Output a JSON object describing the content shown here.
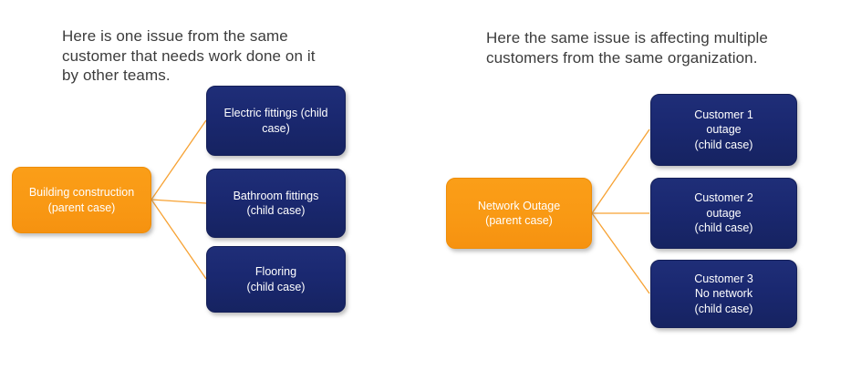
{
  "colors": {
    "background": "#ffffff",
    "parent_box_orange": "#f99914",
    "child_box_navy": "#1a2870",
    "connector_line_orange": "#f7a233",
    "heading_text": "#3c3c3c",
    "box_text": "#ffffff"
  },
  "diagrams": [
    {
      "id": "single-customer-multiple-teams",
      "heading_lines": [
        "Here is one issue from the same",
        "customer that needs work done on it",
        "by other teams."
      ],
      "parent": {
        "lines": [
          "Building construction",
          "(parent case)"
        ]
      },
      "children": [
        {
          "lines": [
            "Electric fittings (child",
            "case)"
          ]
        },
        {
          "lines": [
            "Bathroom fittings",
            "(child case)"
          ]
        },
        {
          "lines": [
            "Flooring",
            "(child case)"
          ]
        }
      ]
    },
    {
      "id": "multiple-customers-same-issue",
      "heading_lines": [
        "Here the same issue is affecting multiple",
        "customers from the same organization."
      ],
      "parent": {
        "lines": [
          "Network Outage",
          "(parent case)"
        ]
      },
      "children": [
        {
          "lines": [
            "Customer 1",
            "outage",
            "(child case)"
          ]
        },
        {
          "lines": [
            "Customer 2",
            "outage",
            "(child case)"
          ]
        },
        {
          "lines": [
            "Customer 3",
            "No network",
            "(child case)"
          ]
        }
      ]
    }
  ]
}
